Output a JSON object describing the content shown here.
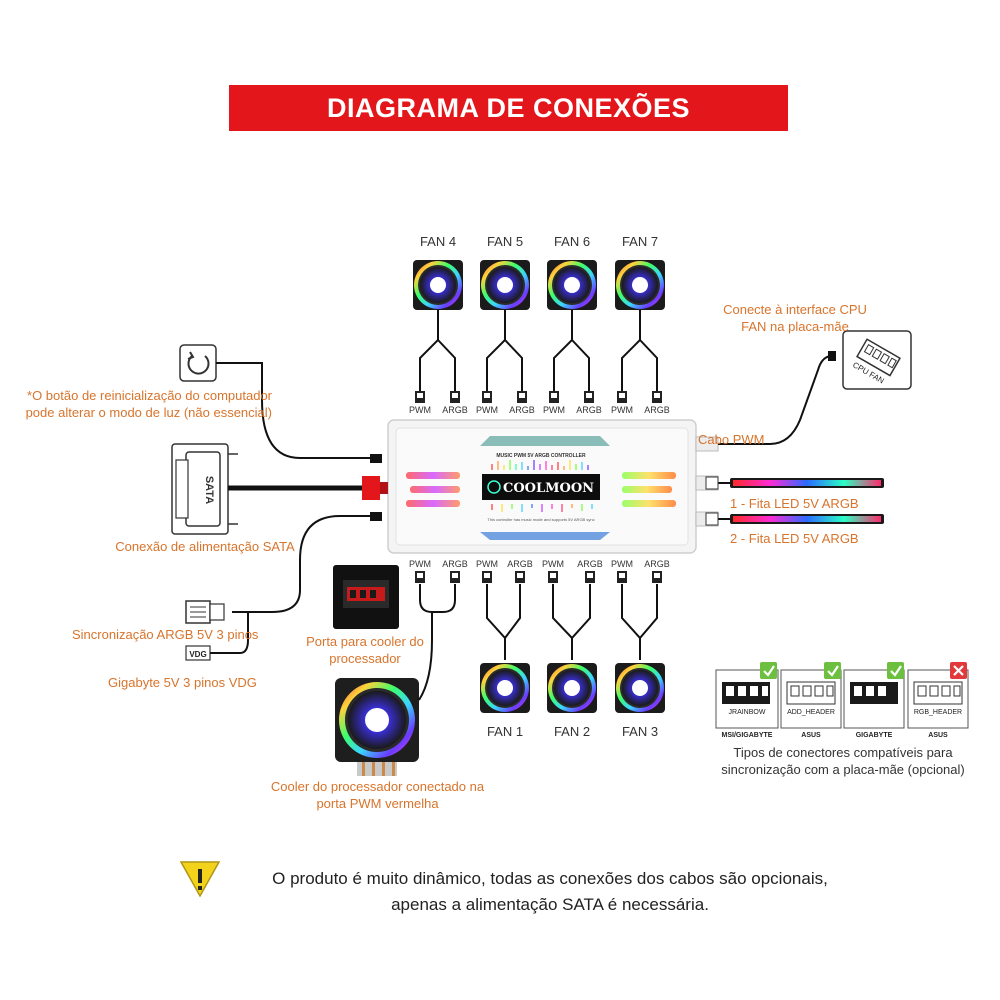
{
  "title": "DIAGRAMA DE CONEXÕES",
  "fans_top": [
    "FAN 4",
    "FAN 5",
    "FAN 6",
    "FAN 7"
  ],
  "fans_bottom": [
    "FAN 1",
    "FAN 2",
    "FAN 3"
  ],
  "port_labels": {
    "pwm": "PWM",
    "argb": "ARGB"
  },
  "labels": {
    "cpu_fan_interface": "Conecte à interface CPU\nFAN na placa-mãe",
    "cpu_fan_icon": "CPU FAN",
    "reset_button": "*O botão de reinicialização do computador\npode alterar o modo de luz (não essencial)",
    "sata_connector": "SATA",
    "sata_power": "Conexão de alimentação SATA",
    "argb_sync": "Sincronização ARGB 5V 3 pinos",
    "vdg_icon": "VDG",
    "gigabyte_vdg": "Gigabyte 5V 3 pinos VDG",
    "cooler_port": "Porta para cooler do\nprocessador",
    "cooler_connected": "Cooler do processador conectado na\nporta PWM vermelha",
    "pwm_cable": "Cabo PWM",
    "led_strip_1": "1 - Fita LED 5V ARGB",
    "led_strip_2": "2 - Fita LED 5V ARGB"
  },
  "controller": {
    "brand": "COOLMOON",
    "model": "MUSIC PWM 5V ARGB CONTROLLER",
    "tagline": "This controller has music mode and supports 5V ARGB sync"
  },
  "connector_types": [
    {
      "brand": "MSI/GIGABYTE",
      "header": "JRAINBOW",
      "compatible": true
    },
    {
      "brand": "ASUS",
      "header": "ADD_HEADER",
      "compatible": true
    },
    {
      "brand": "GIGABYTE",
      "header": "",
      "compatible": true
    },
    {
      "brand": "ASUS",
      "header": "RGB_HEADER",
      "compatible": false
    }
  ],
  "connector_caption": "Tipos de conectores compatíveis para\nsincronização com a placa-mãe (opcional)",
  "footer_note": "O produto é muito dinâmico, todas as conexões dos cabos são opcionais,\napenas a alimentação SATA é necessária.",
  "colors": {
    "banner": "#e3171b",
    "orange_text": "#d8742c",
    "check": "#6cbf3f",
    "cross": "#e23a3a",
    "pwm_red": "#e3171b"
  }
}
